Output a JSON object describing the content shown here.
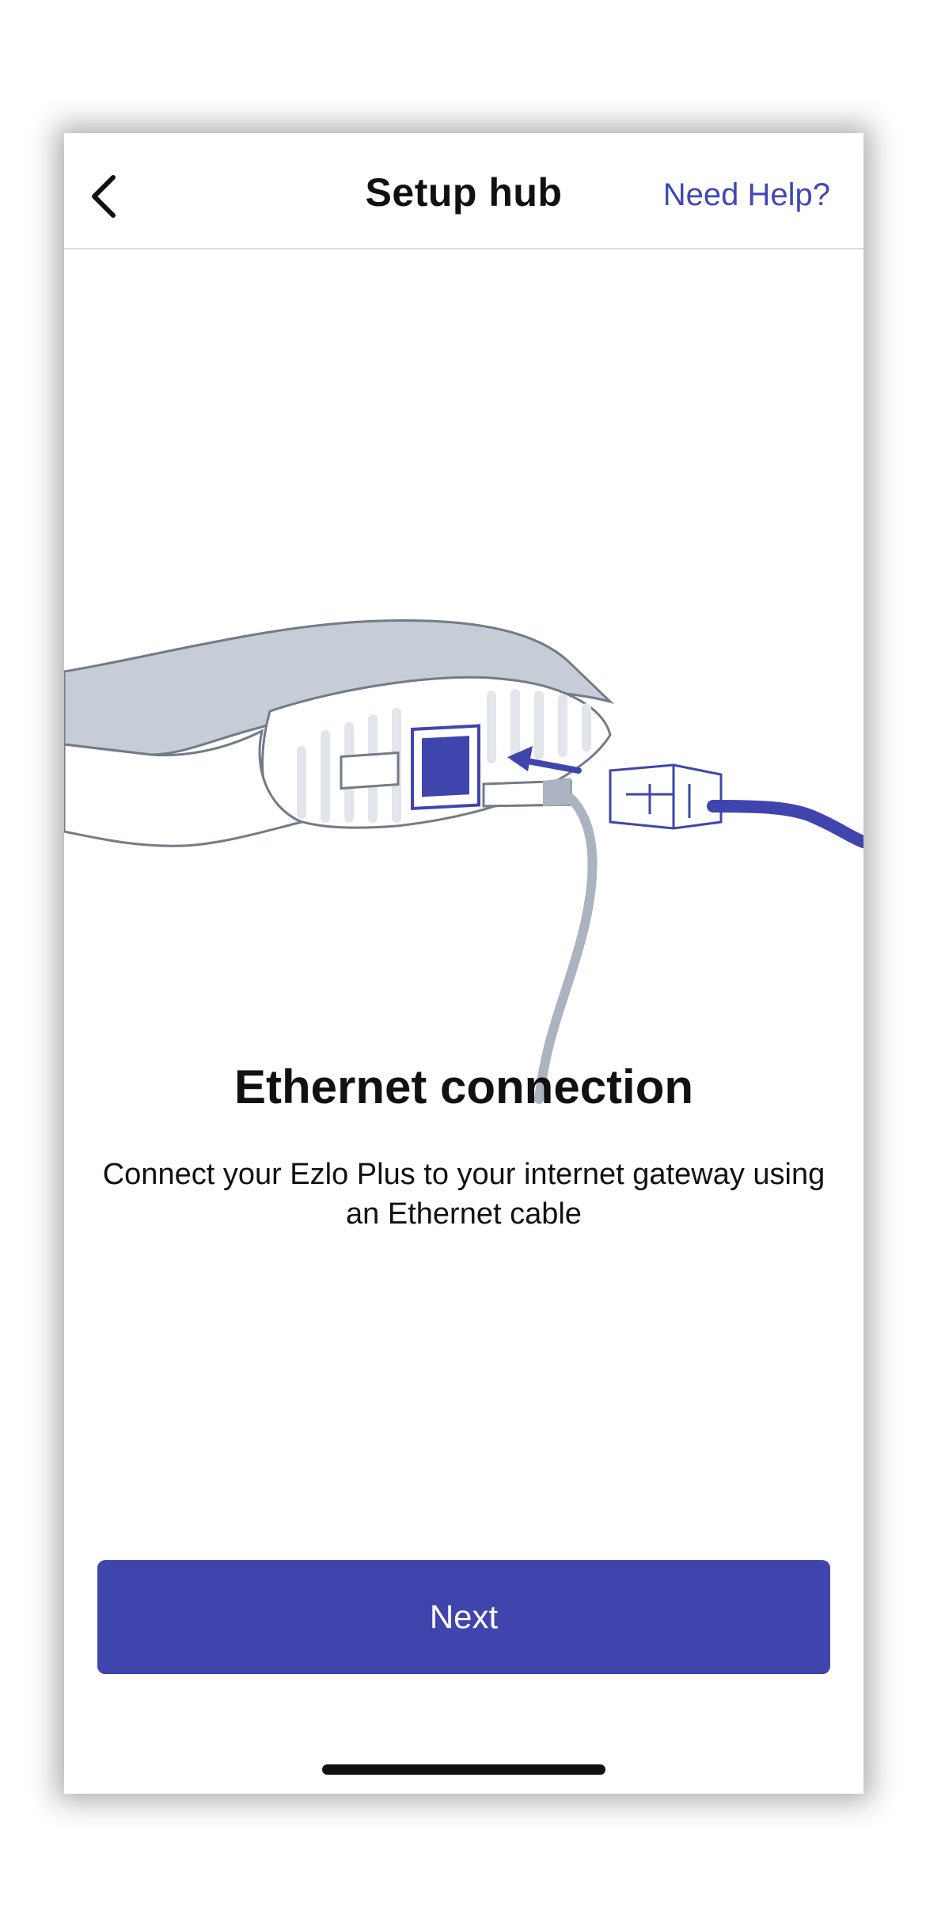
{
  "header": {
    "back_icon": "chevron-left-icon",
    "title": "Setup hub",
    "help_link": "Need Help?"
  },
  "illustration": {
    "icon": "ethernet-hub-illustration",
    "accent_color": "#4045ad",
    "cable_color": "#aab3bf"
  },
  "content": {
    "heading": "Ethernet connection",
    "description": "Connect your Ezlo Plus to your internet gateway using an Ethernet cable"
  },
  "footer": {
    "next_label": "Next",
    "button_color": "#4045ad"
  }
}
